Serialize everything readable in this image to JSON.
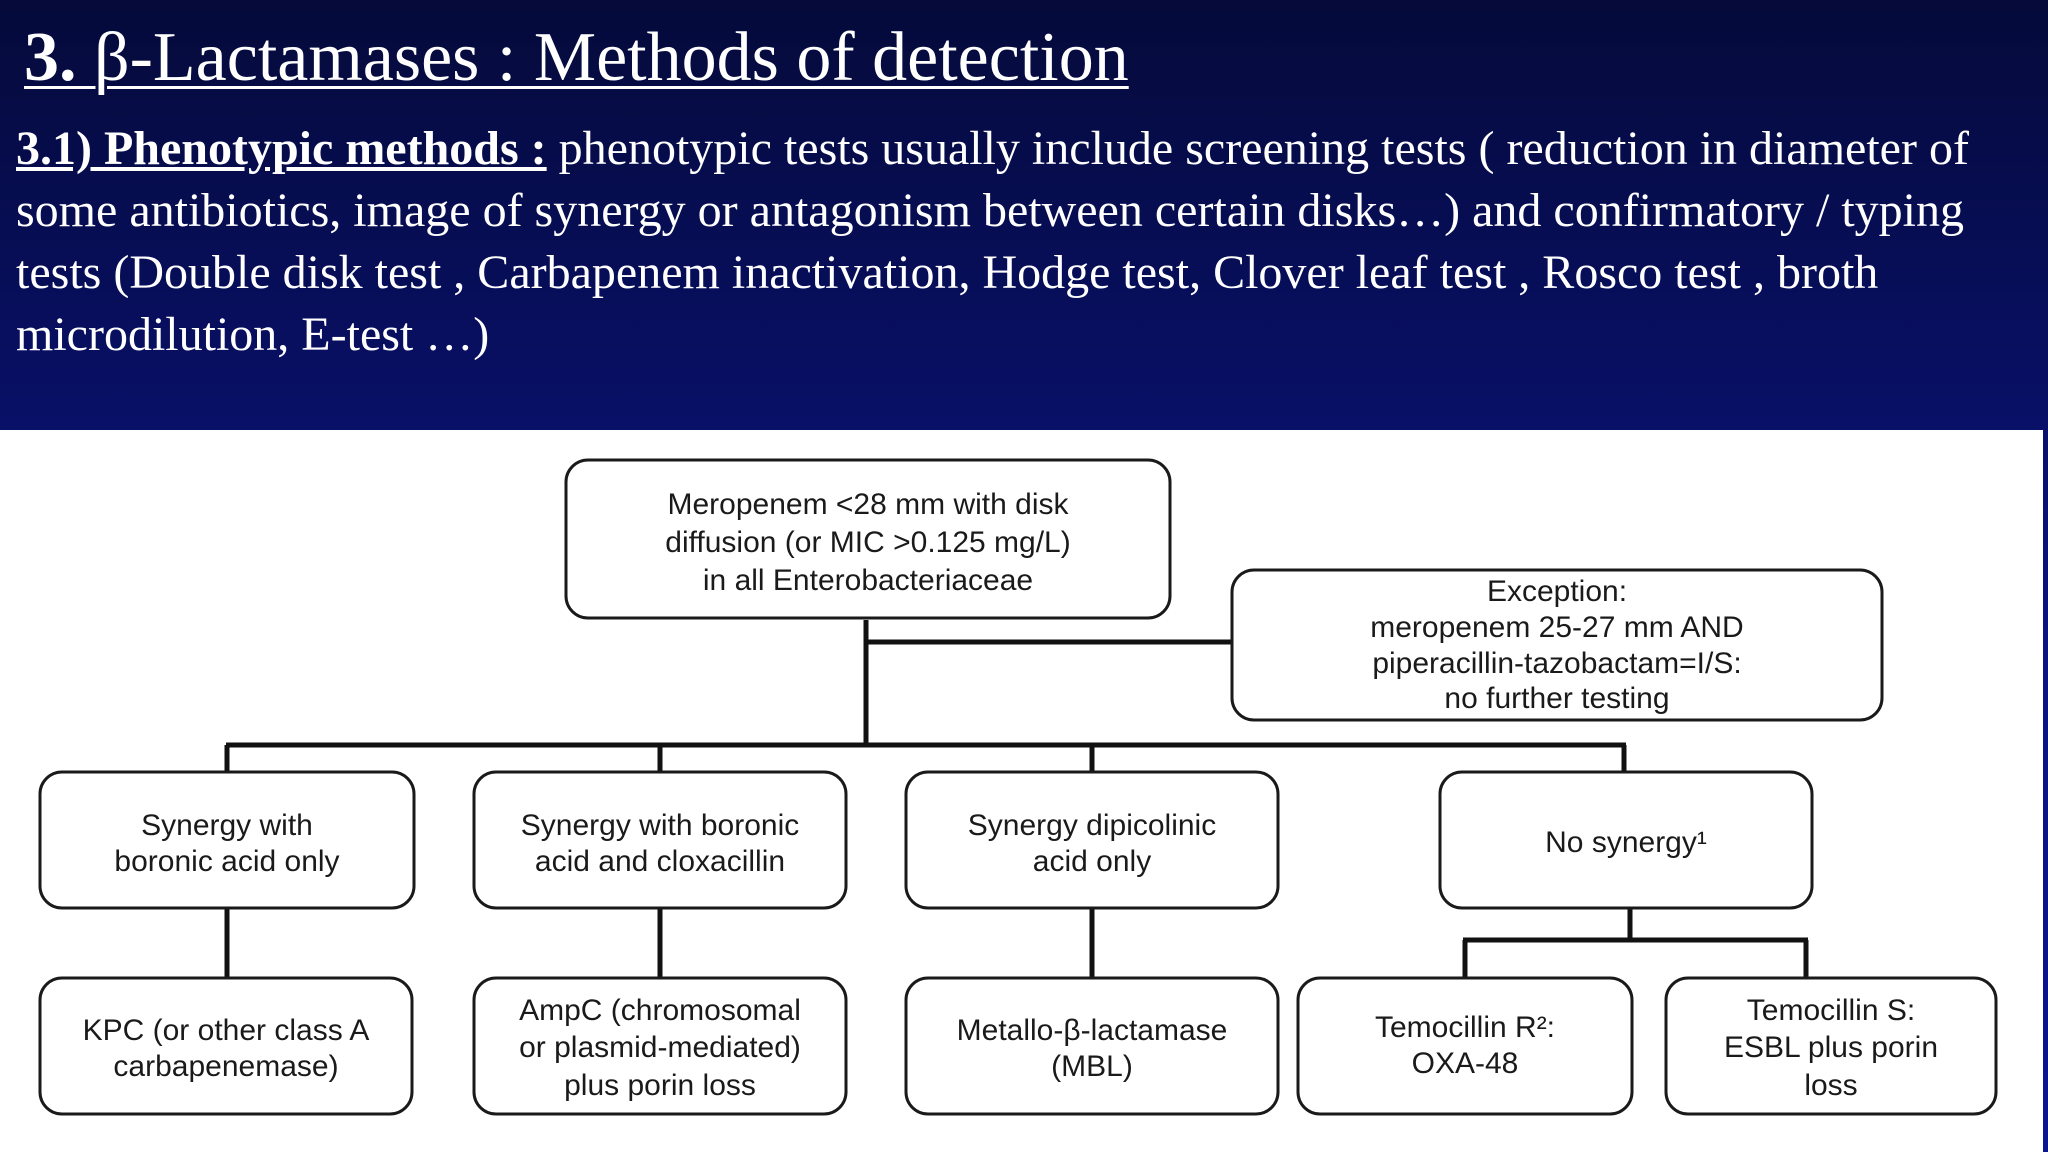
{
  "slide": {
    "title_number": "3.",
    "title_text": "β-Lactamases  : Methods of detection",
    "intro_lead": "3.1) Phenotypic methods :",
    "intro_text": " phenotypic tests usually include screening tests ( reduction in diameter of some antibiotics, image of synergy or antagonism between certain disks…) and confirmatory / typing tests (Double disk test ,  Carbapenem inactivation, Hodge test, Clover leaf test , Rosco test , broth microdilution, E-test …)"
  },
  "colors": {
    "background_top": "#050a3a",
    "background_bottom": "#0a1590",
    "text": "#ffffff",
    "diagram_bg": "#ffffff",
    "box_border": "#1a1a1a"
  },
  "diagram": {
    "root": [
      "Meropenem <28 mm with disk",
      "diffusion (or MIC >0.125 mg/L)",
      "in all Enterobacteriaceae"
    ],
    "exception": [
      "Exception:",
      "meropenem 25-27 mm AND",
      "piperacillin-tazobactam=I/S:",
      "no further testing"
    ],
    "synergy_boronic": [
      "Synergy with",
      "boronic acid only"
    ],
    "synergy_boronic_clox": [
      "Synergy with boronic",
      "acid and cloxacillin"
    ],
    "synergy_dipicolinic": [
      "Synergy dipicolinic",
      "acid only"
    ],
    "no_synergy": [
      "No synergy¹"
    ],
    "kpc": [
      "KPC (or other class A",
      "carbapenemase)"
    ],
    "ampc": [
      "AmpC (chromosomal",
      "or plasmid-mediated)",
      "plus porin loss"
    ],
    "mbl": [
      "Metallo-β-lactamase",
      "(MBL)"
    ],
    "temocillin_r": [
      "Temocillin R²:",
      "OXA-48"
    ],
    "temocillin_s": [
      "Temocillin S:",
      "ESBL plus porin",
      "loss"
    ]
  }
}
